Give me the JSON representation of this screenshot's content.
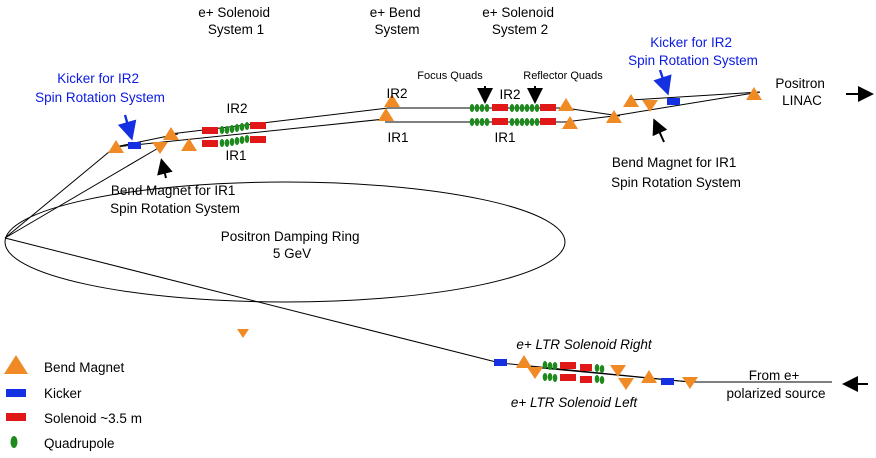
{
  "labels": {
    "sol1": [
      "e+ Solenoid",
      "System 1"
    ],
    "bend": [
      "e+ Bend",
      "System"
    ],
    "sol2": [
      "e+ Solenoid",
      "System 2"
    ],
    "kickerLeft": [
      "Kicker for IR2",
      "Spin Rotation System"
    ],
    "kickerRight": [
      "Kicker for IR2",
      "Spin Rotation System"
    ],
    "bendLeft": [
      "Bend Magnet for IR1",
      "Spin Rotation System"
    ],
    "bendRight": [
      "Bend Magnet for IR1",
      "Spin Rotation System"
    ],
    "ir2_a": "IR2",
    "ir1_a": "IR1",
    "ir2_b": "IR2",
    "ir1_b": "IR1",
    "ir2_c": "IR2",
    "ir1_c": "IR1",
    "focusQuads": "Focus Quads",
    "reflectorQuads": "Reflector Quads",
    "linac": [
      "Positron",
      "LINAC"
    ],
    "ring": [
      "Positron Damping Ring",
      "5 GeV"
    ],
    "ltrRight": "e+ LTR Solenoid Right",
    "ltrLeft": "e+ LTR Solenoid Left",
    "source": [
      "From e+",
      "polarized source"
    ]
  },
  "legend": [
    {
      "label": "Bend Magnet",
      "icon": "triangle"
    },
    {
      "label": "Kicker",
      "icon": "blue-rect"
    },
    {
      "label": "Solenoid ~3.5 m",
      "icon": "red-rect"
    },
    {
      "label": "Quadrupole",
      "icon": "green-ellipse"
    }
  ],
  "colors": {
    "bend": "#f08a24",
    "kicker": "#1530e0",
    "solenoid": "#e01818",
    "quad": "#1e8a1e",
    "kickerText": "#0a1ae0"
  }
}
